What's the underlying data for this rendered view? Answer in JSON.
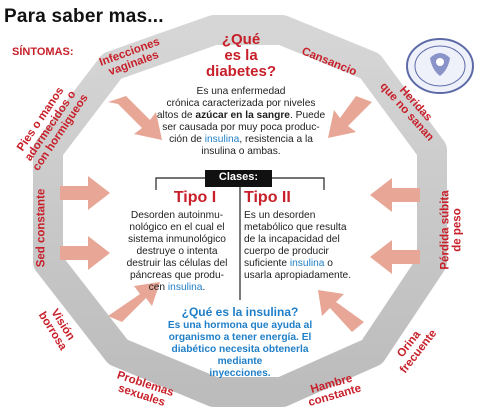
{
  "header": {
    "title": "Para saber mas..."
  },
  "colors": {
    "accent_red": "#c8202a",
    "accent_blue": "#1f7fc8",
    "frame_gray": "#c9c9c9",
    "arrow": "#e8a796"
  },
  "center": {
    "question_line1": "¿Qué",
    "question_line2": "es la",
    "question_line3": "diabetes?",
    "def_line1": "Es una enfermedad",
    "def_line2": "crónica caracterizada por niveles",
    "def_line3a": "altos de ",
    "def_line3b": "azúcar en la sangre",
    "def_line3c": ". Puede",
    "def_line4": "ser causada por muy poca produc-",
    "def_line5a": "ción de ",
    "def_line5b": "insulina",
    "def_line5c": ", resistencia a la",
    "def_line6": "insulina o ambas."
  },
  "classes": {
    "label": "Clases:",
    "type1": {
      "title": "Tipo I",
      "lines": [
        "Desorden autoinmu-",
        "nológico en el cual el",
        "sistema inmunológico",
        "destruye o intenta",
        "destruir las células del",
        "páncreas que produ-"
      ],
      "last_a": "cen ",
      "last_b": "insulina",
      "last_c": "."
    },
    "type2": {
      "title": "Tipo II",
      "lines": [
        "Es un desorden",
        "metabólico que resulta",
        "de la incapacidad del",
        "cuerpo de producir"
      ],
      "line5a": "suficiente ",
      "line5b": "insulina",
      "line5c": " o",
      "line6": "usarla apropiadamente."
    }
  },
  "insulin": {
    "question": "¿Qué es la insulina?",
    "lines": [
      "Es una hormona que ayuda al",
      "organismo a tener energía. El",
      "diabético necesita obtenerla",
      "mediante",
      "inyecciones."
    ]
  },
  "symptoms": {
    "label": "SÍNTOMAS:",
    "items": [
      [
        "Infecciones",
        "vaginales"
      ],
      [
        "Cansancio"
      ],
      [
        "Heridas",
        "que no sanan"
      ],
      [
        "Pérdida súbita",
        "de peso"
      ],
      [
        "Orina",
        "frecuente"
      ],
      [
        "Hambre",
        "constante"
      ],
      [
        "Problemas",
        "sexuales"
      ],
      [
        "Visión",
        "borrosa"
      ],
      [
        "Sed constante"
      ],
      [
        "Pies o manos",
        "adormecidos o",
        "con hormigueos"
      ]
    ]
  },
  "logo": {
    "name": "seal-logo"
  }
}
